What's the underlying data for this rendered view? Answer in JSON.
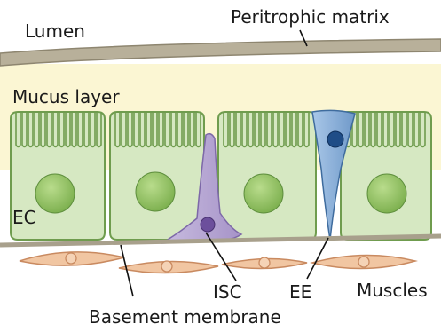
{
  "labels": {
    "lumen": "Lumen",
    "peritrophic_matrix": "Peritrophic matrix",
    "mucus_layer": "Mucus layer",
    "ec": "EC",
    "isc": "ISC",
    "ee": "EE",
    "muscles": "Muscles",
    "basement_membrane": "Basement membrane"
  },
  "colors": {
    "peritrophic_matrix": "#a39a80",
    "mucus_layer": "#fbf6d3",
    "enterocyte_fill": "#d6e8c2",
    "enterocyte_stroke": "#6f9c4e",
    "nucleus": "#8cbd5f",
    "isc_fill": "#b9a8d4",
    "isc_nucleus": "#6c4f9c",
    "ee_fill": "#8db2db",
    "ee_nucleus": "#1f4d87",
    "muscle_fill": "#f1c6a2",
    "muscle_stroke": "#c98a60",
    "basement_membrane": "#a8a08c"
  }
}
